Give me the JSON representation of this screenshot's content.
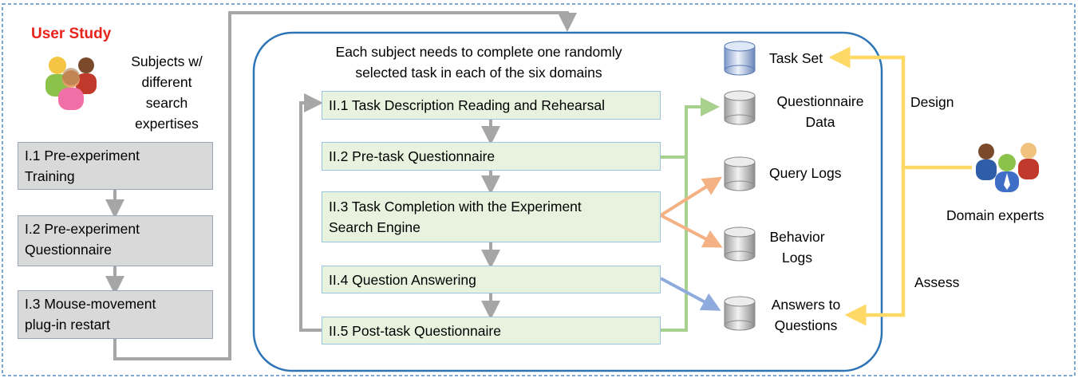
{
  "user_study": {
    "title": "User Study",
    "subjects_label": [
      "Subjects w/",
      "different",
      "search",
      "expertises"
    ],
    "steps": [
      {
        "line1": "I.1 Pre-experiment",
        "line2": "Training"
      },
      {
        "line1": "I.2 Pre-experiment",
        "line2": "Questionnaire"
      },
      {
        "line1": "I.3 Mouse-movement",
        "line2": "plug-in restart"
      }
    ]
  },
  "tasks": {
    "header": [
      "Each subject needs to complete one randomly",
      "selected task in each of the six domains"
    ],
    "steps": [
      {
        "line1": "II.1 Task Description Reading and Rehearsal",
        "line2": ""
      },
      {
        "line1": "II.2 Pre-task Questionnaire",
        "line2": ""
      },
      {
        "line1": "II.3 Task Completion with the Experiment",
        "line2": "Search Engine"
      },
      {
        "line1": "II.4 Question Answering",
        "line2": ""
      },
      {
        "line1": "II.5 Post-task Questionnaire",
        "line2": ""
      }
    ]
  },
  "databases": [
    {
      "line1": "Task Set",
      "line2": ""
    },
    {
      "line1": "Questionnaire",
      "line2": "Data"
    },
    {
      "line1": "Query Logs",
      "line2": ""
    },
    {
      "line1": "Behavior",
      "line2": "Logs"
    },
    {
      "line1": "Answers to",
      "line2": "Questions"
    }
  ],
  "experts": {
    "label": "Domain experts",
    "design": "Design",
    "assess": "Assess"
  },
  "colors": {
    "grey_arrow": "#a6a6a6",
    "green_arrow": "#a9d18e",
    "orange_arrow": "#f4b183",
    "blue_arrow": "#8faadc",
    "yellow_arrow": "#ffd966",
    "frame_blue": "#2e75b6",
    "title_red": "#e8231c"
  }
}
